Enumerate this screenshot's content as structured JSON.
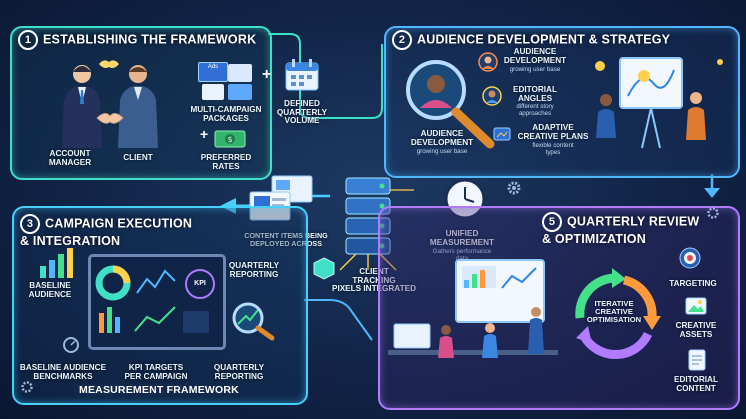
{
  "sections": {
    "s1": {
      "num": "1",
      "title": "ESTABLISHING THE FRAMEWORK"
    },
    "s2": {
      "num": "2",
      "title": "AUDIENCE DEVELOPMENT & STRATEGY"
    },
    "s3": {
      "num": "3",
      "title": "CAMPAIGN EXECUTION\n& INTEGRATION"
    },
    "s5": {
      "num": "5",
      "title": "QUARTERLY REVIEW\n& OPTIMIZATION"
    }
  },
  "framework": {
    "account_manager": "ACCOUNT\nMANAGER",
    "client": "CLIENT",
    "ads_tag": "Ads",
    "packages": "MULTI-CAMPAIGN\nPACKAGES",
    "volume": "DEFINED\nQUARTERLY\nVOLUME",
    "rates": "PREFERRED\nRATES",
    "plus1": "+",
    "plus2": "+"
  },
  "audience": {
    "center_title": "AUDIENCE\nDEVELOPMENT",
    "center_sub": "growing user base",
    "item1_title": "AUDIENCE\nDEVELOPMENT",
    "item1_sub": "growing user base",
    "item2_title": "EDITORIAL\nANGLES",
    "item2_sub": "different story\napproaches",
    "item3_title": "ADAPTIVE\nCREATIVE PLANS",
    "item3_sub": "flexible content\ntypes"
  },
  "middle": {
    "content_items": "CONTENT ITEMS BEING\nDEPLOYED ACROSS",
    "unified_title": "UNIFIED\nMEASUREMENT",
    "unified_sub": "Gathers performance\ndata",
    "pixels": "CLIENT\nTRACKING\nPIXELS INTEGRATED"
  },
  "execution": {
    "baseline_audience": "BASELINE\nAUDIENCE",
    "kpi_badge": "KPI",
    "quarterly_reporting_top": "QUARTERLY\nREPORTING",
    "baseline_benchmarks": "BASELINE AUDIENCE\nBENCHMARKS",
    "kpi_targets": "KPI TARGETS\nPER CAMPAIGN",
    "quarterly_reporting_bottom": "QUARTERLY\nREPORTING",
    "footer": "MEASUREMENT FRAMEWORK"
  },
  "review": {
    "cycle": "ITERATIVE\nCREATIVE\nOPTIMISATION",
    "targeting": "TARGETING",
    "creative_assets": "CREATIVE\nASSETS",
    "editorial_content": "EDITORIAL\nCONTENT"
  },
  "colors": {
    "teal": "#3fe0c8",
    "blue": "#4fb6ff",
    "purple": "#b07bff",
    "orange": "#ff9a3c",
    "green": "#44e08a"
  }
}
